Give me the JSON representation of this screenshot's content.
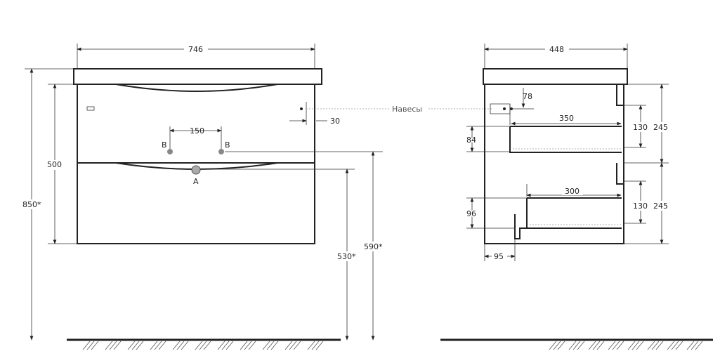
{
  "front_view": {
    "width_label": "746",
    "holes_spacing_label": "150",
    "hole_b_left_label": "B",
    "hole_b_right_label": "B",
    "drain_label": "A",
    "offset_label": "30",
    "body_height_label": "500",
    "total_height_label": "850*",
    "drain_height_label": "530*",
    "supply_height_label": "590*"
  },
  "hangers_label": "Навесы",
  "side_view": {
    "depth_label": "448",
    "hanger_offset_label": "78",
    "upper_drawer_depth_label": "350",
    "upper_inner_height_label": "130",
    "upper_section_height_label": "245",
    "upper_drawer_front_label": "84",
    "lower_drawer_depth_label": "300",
    "lower_inner_height_label": "130",
    "lower_section_height_label": "245",
    "lower_drawer_front_label": "96",
    "siphon_offset_label": "95"
  }
}
